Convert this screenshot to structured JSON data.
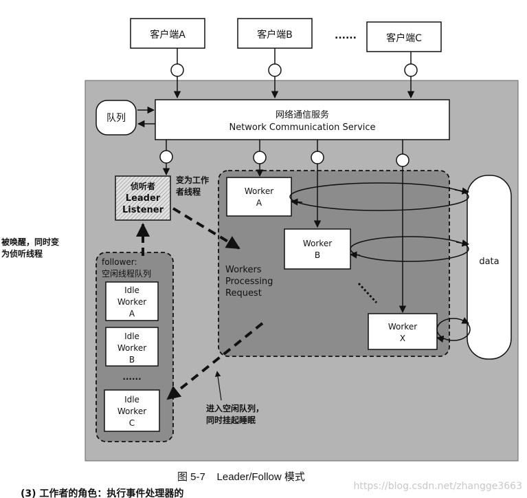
{
  "clients": {
    "a": "客户端A",
    "b": "客户端B",
    "ellipsis": "......",
    "c": "客户端C"
  },
  "queue_label": "队列",
  "network_service": {
    "zh": "网络通信服务",
    "en": "Network Communication Service"
  },
  "leader": {
    "line1": "侦听者",
    "line2": "Leader",
    "line3": "Listener"
  },
  "become_worker": {
    "line1": "变为工作",
    "line2": "者线程"
  },
  "woken": {
    "line1": "被唤醒，同时变",
    "line2": "为侦听线程"
  },
  "follower_queue": {
    "line1": "follower:",
    "line2": "空闲线程队列"
  },
  "idle_workers": [
    {
      "l1": "Idle",
      "l2": "Worker",
      "l3": "A"
    },
    {
      "l1": "Idle",
      "l2": "Worker",
      "l3": "B"
    },
    {
      "l1": "Idle",
      "l2": "Worker",
      "l3": "C"
    }
  ],
  "idle_ellipsis": "......",
  "workers": [
    {
      "l1": "Worker",
      "l2": "A"
    },
    {
      "l1": "Worker",
      "l2": "B"
    },
    {
      "l1": "Worker",
      "l2": "X"
    }
  ],
  "processing": {
    "l1": "Workers",
    "l2": "Processing",
    "l3": "Request"
  },
  "data_label": "data",
  "enter_idle": {
    "line1": "进入空闲队列，",
    "line2": "同时挂起睡眠"
  },
  "caption": "图 5-7    Leader/Follow 模式",
  "watermark": "https://blog.csdn.net/zhangge3663",
  "bottom_text": "(3) 工作者的角色：执行事件处理器的"
}
